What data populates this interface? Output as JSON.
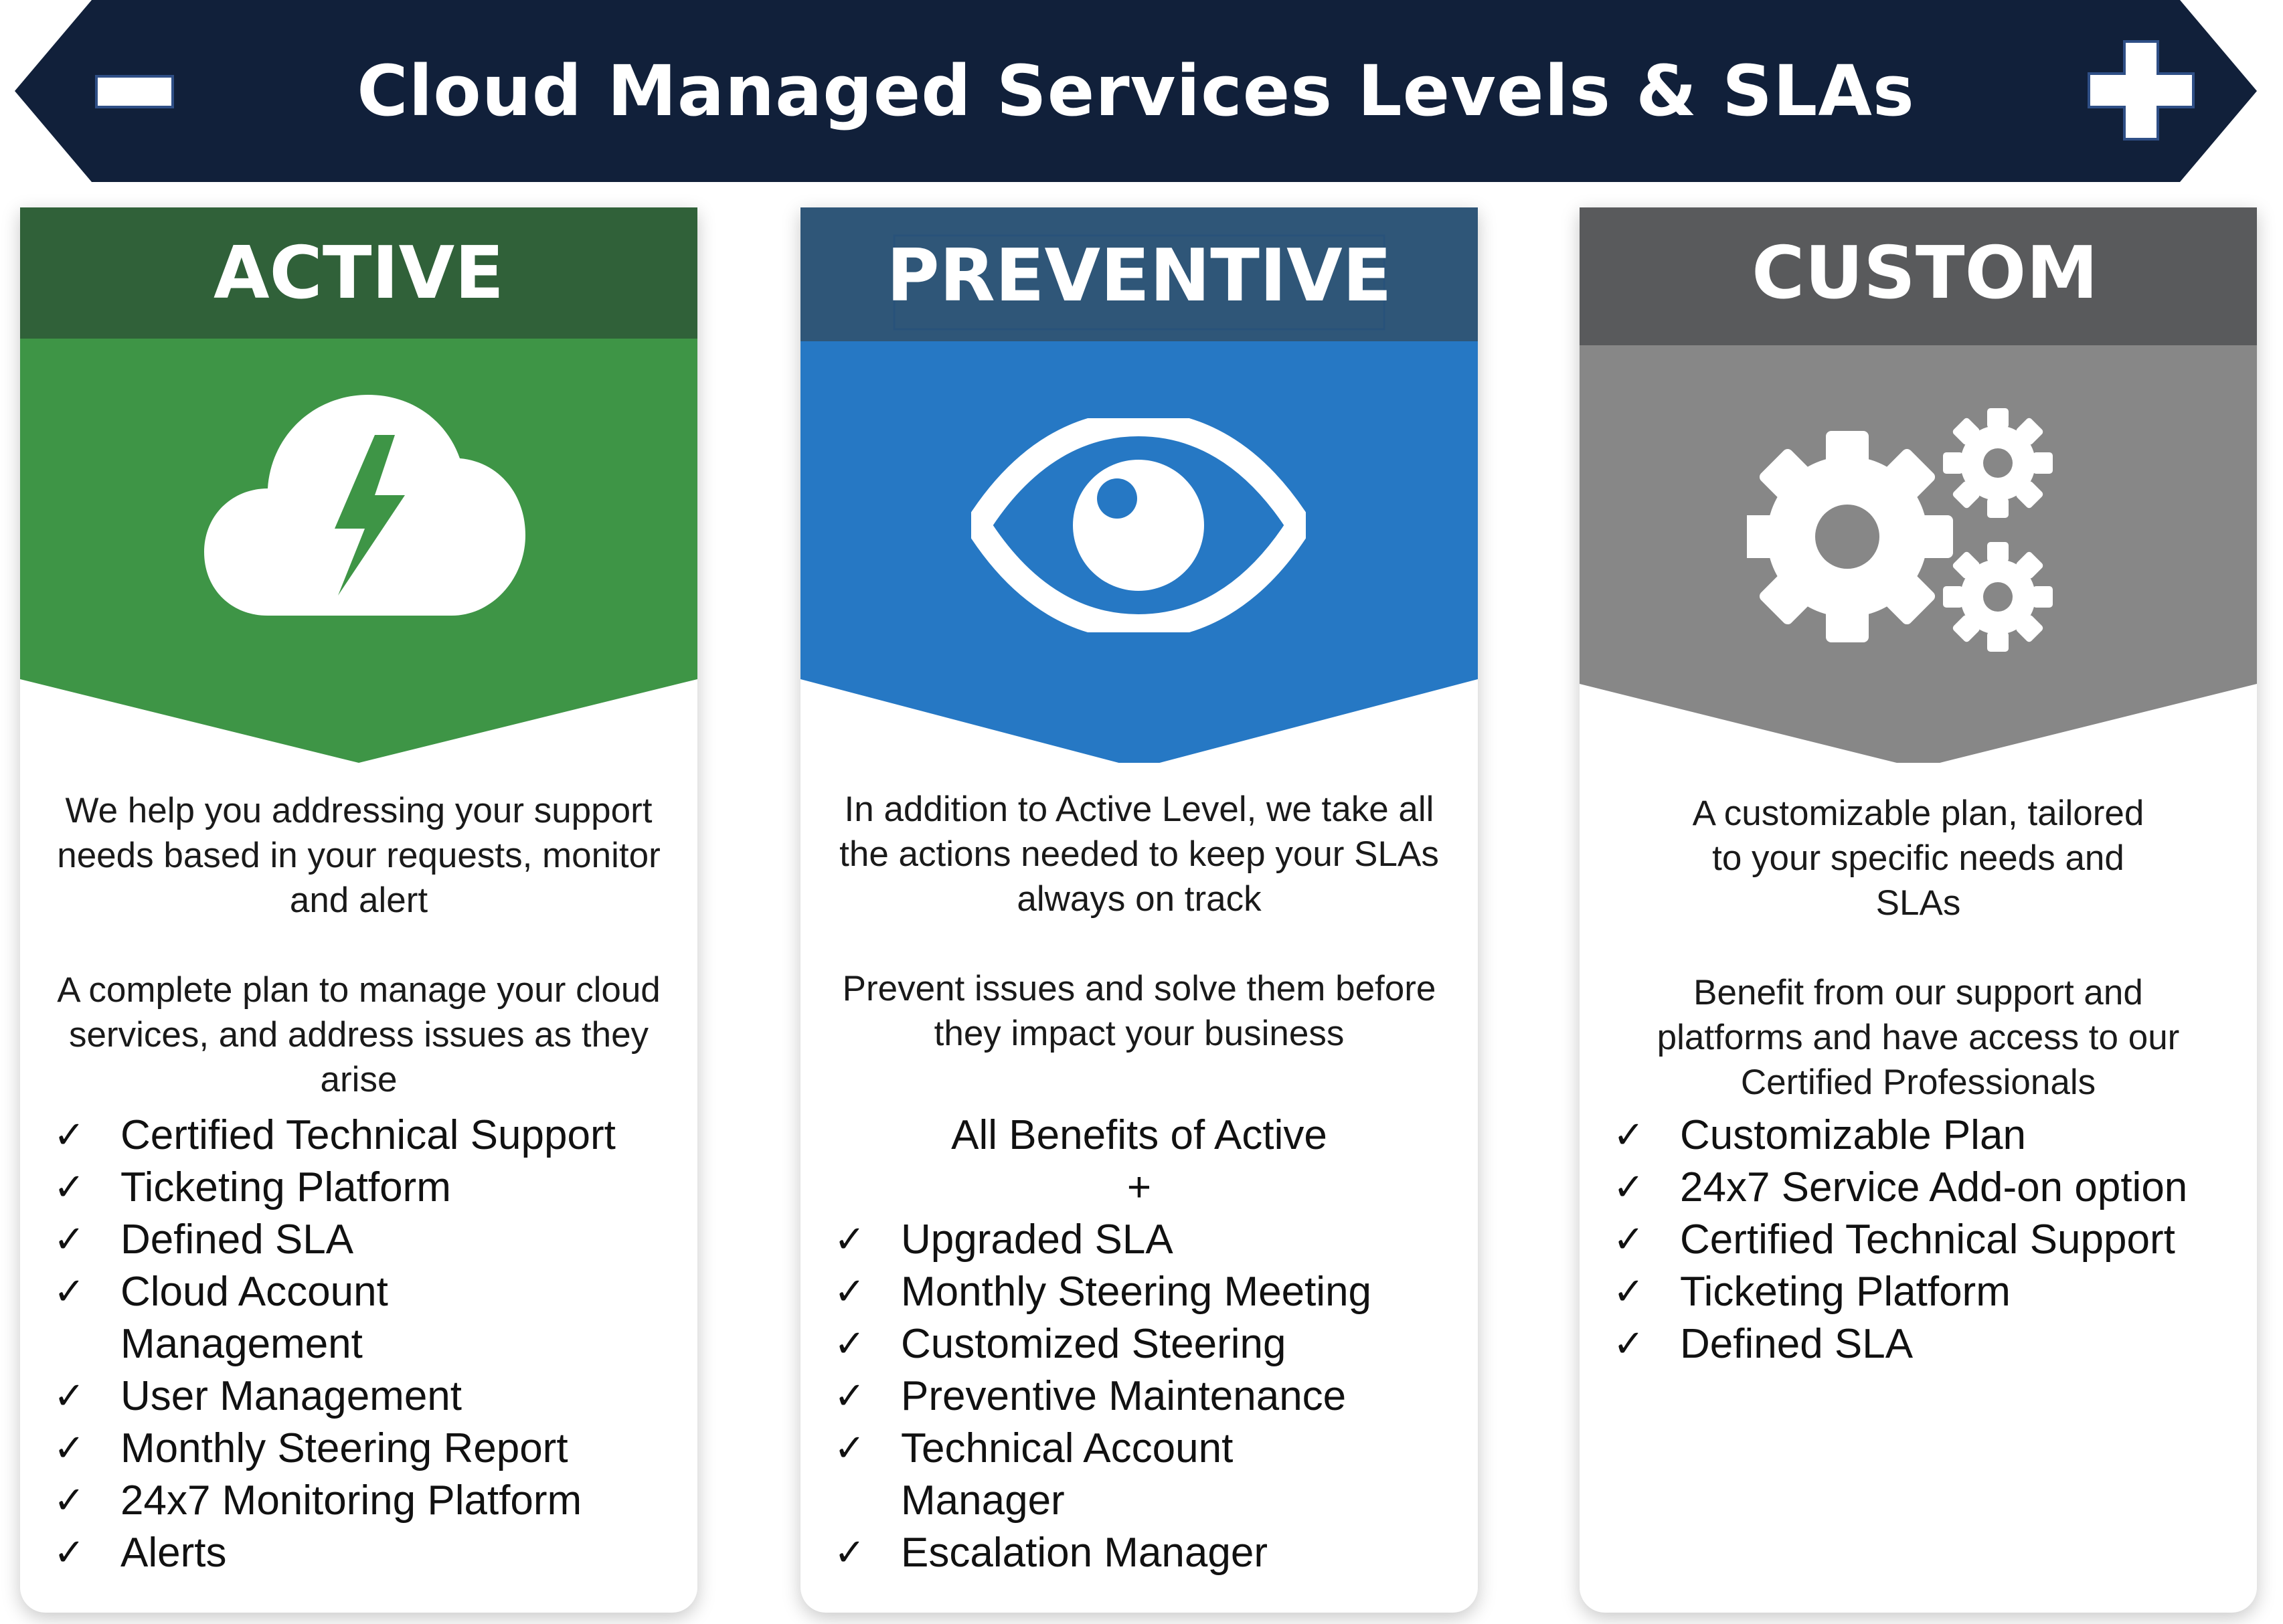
{
  "colors": {
    "banner": "#11203a",
    "active_header": "#306139",
    "active_body": "#3e9546",
    "preventive_header": "#2f5678",
    "preventive_body": "#2678c4",
    "custom_header": "#595a5c",
    "custom_body": "#878787"
  },
  "header": {
    "title": "Cloud Managed Services Levels & SLAs",
    "left_icon": "minus-icon",
    "right_icon": "plus-icon"
  },
  "cards": [
    {
      "title": "ACTIVE",
      "icon": "cloud-lightning-icon",
      "description": [
        "We help you addressing your support needs based in your requests, monitor and alert",
        "A complete plan to manage your cloud services, and address issues as they arise"
      ],
      "benefits_heading": "",
      "features": [
        "Certified Technical Support",
        "Ticketing Platform",
        "Defined SLA",
        "Cloud Account Management",
        "User Management",
        "Monthly Steering Report",
        "24x7 Monitoring Platform",
        "Alerts"
      ]
    },
    {
      "title": "PREVENTIVE",
      "icon": "eye-icon",
      "description": [
        "In addition to Active Level, we take all the actions needed to keep your SLAs always on track",
        "Prevent issues and solve them before they impact your business"
      ],
      "benefits_heading": "All Benefits of Active",
      "benefits_plus": "+",
      "features": [
        "Upgraded SLA",
        "Monthly Steering Meeting",
        "Customized Steering",
        "Preventive Maintenance",
        "Technical Account Manager",
        "Escalation Manager"
      ]
    },
    {
      "title": "CUSTOM",
      "icon": "gears-icon",
      "description": [
        "A customizable plan, tailored to your specific needs and SLAs",
        "Benefit from our support and platforms and have access to our Certified Professionals"
      ],
      "benefits_heading": "",
      "features": [
        "Customizable Plan",
        "24x7 Service Add-on option",
        "Certified Technical Support",
        "Ticketing Platform",
        "Defined SLA"
      ]
    }
  ],
  "check_glyph": "✓"
}
